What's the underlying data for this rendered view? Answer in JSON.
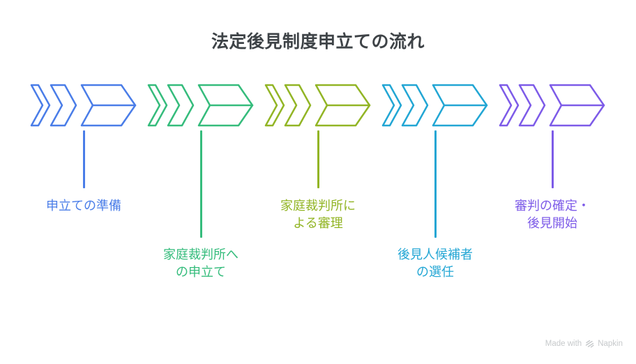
{
  "title": "法定後見制度申立ての流れ",
  "flow": {
    "type": "chevron-process-flow",
    "step_count": 5,
    "steps": [
      {
        "label": "申立ての準備",
        "lines": [
          "申立ての準備"
        ],
        "color": "#4A7DE8",
        "label_position": "high"
      },
      {
        "label": "家庭裁判所への申立て",
        "lines": [
          "家庭裁判所へ",
          "の申立て"
        ],
        "color": "#35BC7C",
        "label_position": "low"
      },
      {
        "label": "家庭裁判所による審理",
        "lines": [
          "家庭裁判所に",
          "よる審理"
        ],
        "color": "#92B525",
        "label_position": "high"
      },
      {
        "label": "後見人候補者の選任",
        "lines": [
          "後見人候補者",
          "の選任"
        ],
        "color": "#22A6D4",
        "label_position": "low"
      },
      {
        "label": "審判の確定・後見開始",
        "lines": [
          "審判の確定・",
          "後見開始"
        ],
        "color": "#7D5BE8",
        "label_position": "high"
      }
    ]
  },
  "watermark": {
    "prefix": "Made with",
    "brand": "Napkin"
  },
  "colors": {
    "background": "#FFFFFF",
    "title": "#3E4347",
    "watermark": "#C6C9CB"
  }
}
